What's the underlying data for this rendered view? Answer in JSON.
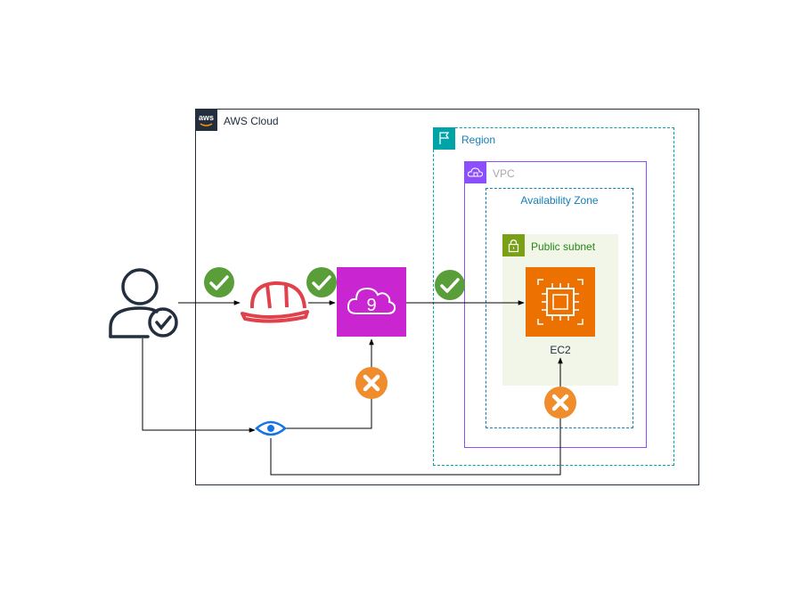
{
  "aws_cloud": {
    "label": "AWS Cloud",
    "logo_text": "aws"
  },
  "region": {
    "label": "Region"
  },
  "vpc": {
    "label": "VPC"
  },
  "availability_zone": {
    "label": "Availability Zone"
  },
  "public_subnet": {
    "label": "Public subnet"
  },
  "ec2": {
    "label": "EC2"
  },
  "cloud9": {
    "glyph": "9"
  },
  "colors": {
    "cloud_border": "#232f3e",
    "region": "#00a4a6",
    "vpc": "#8c4fff",
    "subnet_fill": "#f2f6e8",
    "subnet_accent": "#7aa116",
    "ec2": "#ed7100",
    "cloud9": "#c925d1",
    "check": "#5a9e3a",
    "cross": "#f08c2b",
    "helmet": "#e0414b",
    "eye": "#1473e6",
    "user": "#232f3e"
  },
  "icons": [
    "user-check-icon",
    "helmet-icon",
    "cloud9-icon",
    "ec2-instance-icon",
    "eye-icon",
    "check-icon",
    "cross-icon",
    "aws-logo-icon",
    "region-flag-icon",
    "vpc-cloud-icon",
    "lock-icon"
  ]
}
